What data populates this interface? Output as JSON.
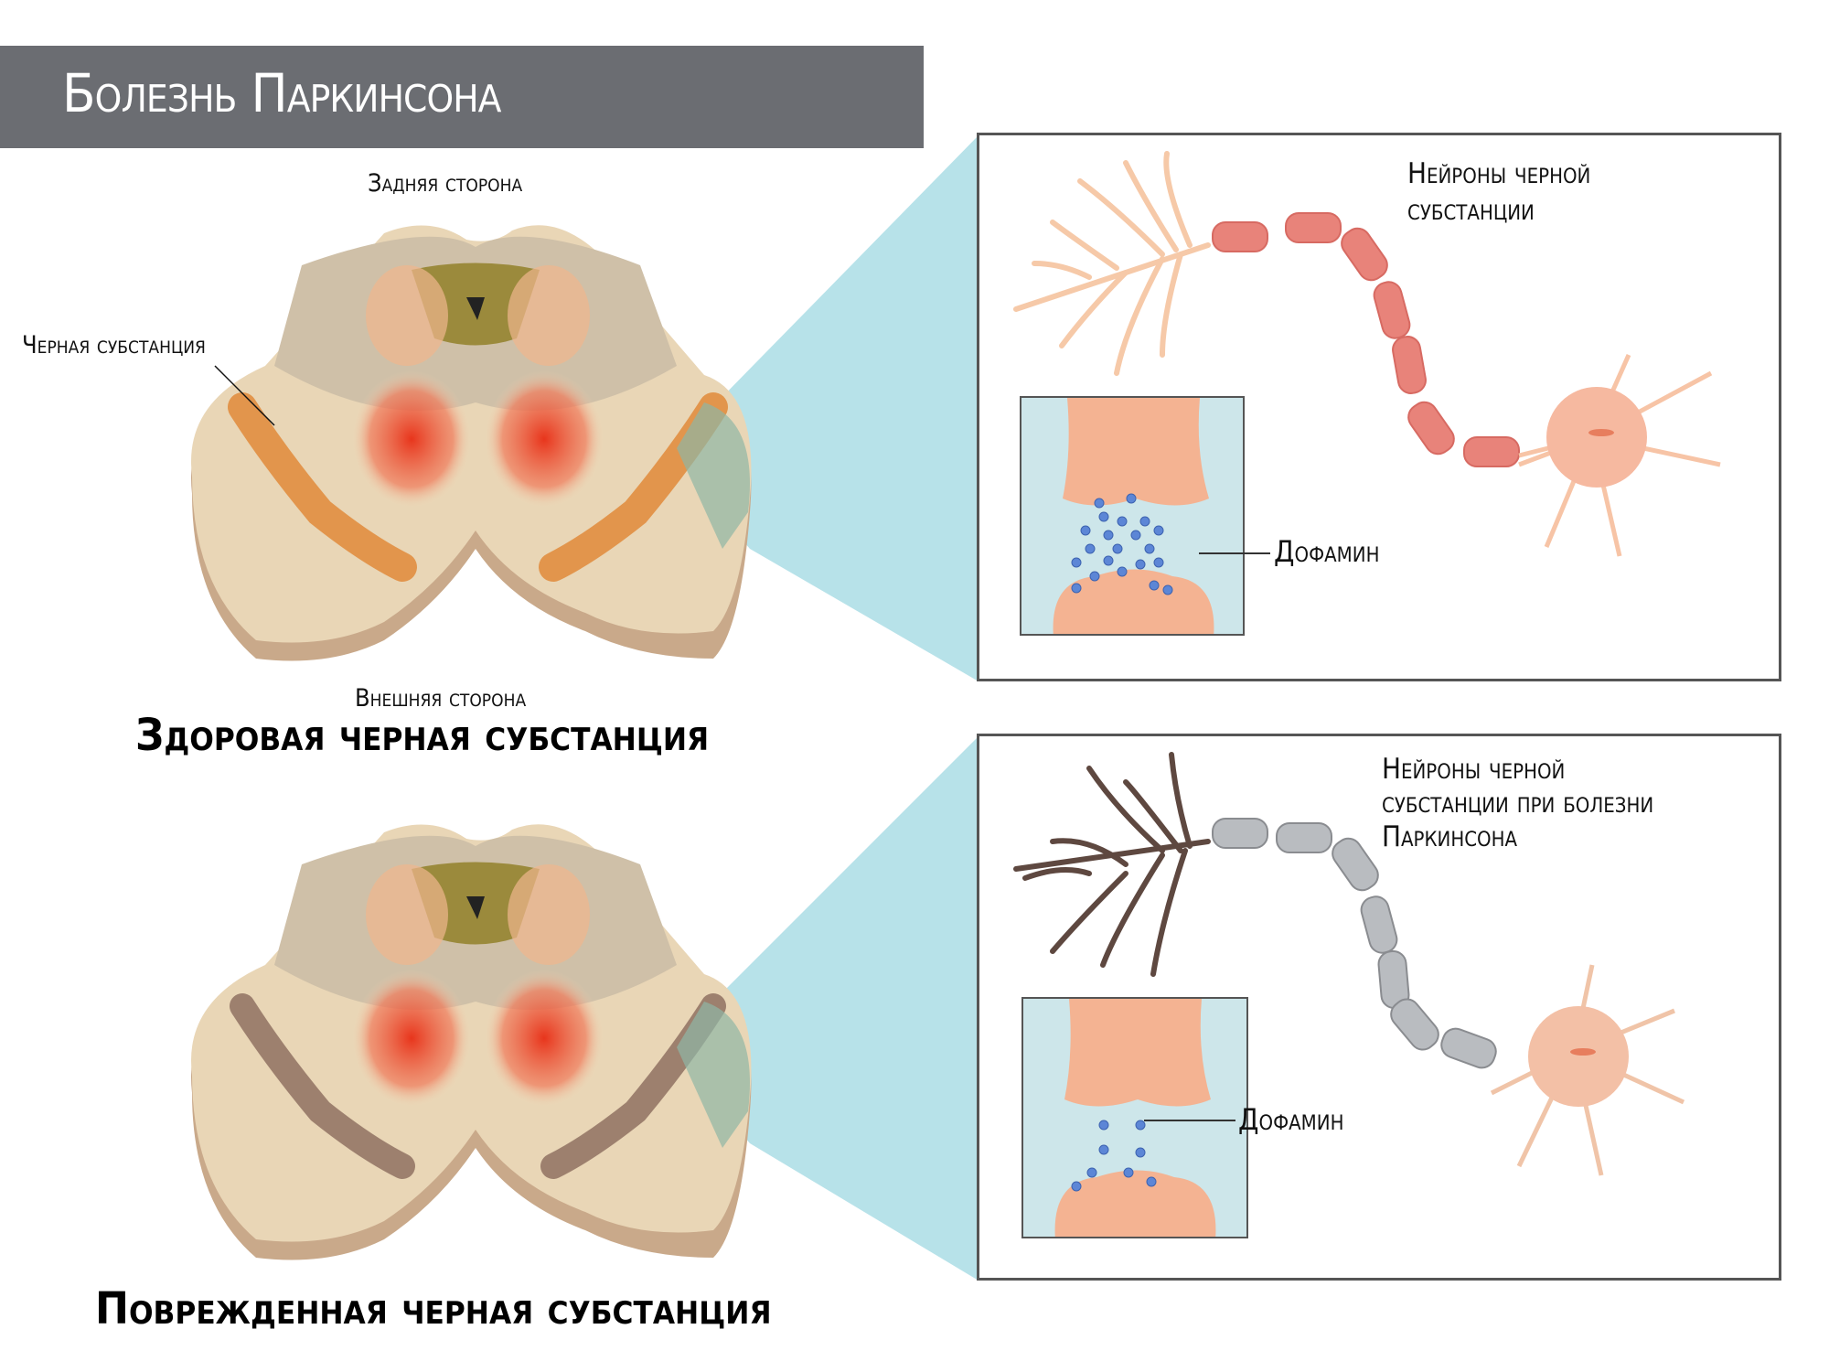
{
  "header": {
    "title": "Болезнь Паркинсона",
    "banner_color": "#6b6d72"
  },
  "healthy": {
    "heading": "Здоровая черная субстанция",
    "label_top": "Задняя сторона",
    "label_bottom": "Внешняя сторона",
    "label_substantia": "Черная субстанция",
    "substantia_color": "#e08a3a",
    "panel": {
      "title_line1": "Нейроны черной",
      "title_line2": "субстанции",
      "dopamine_label": "Дофамин",
      "myelin_color": "#e8837a",
      "dendrite_color": "#f6c9a8"
    }
  },
  "damaged": {
    "heading": "Поврежденная черная субстанция",
    "substantia_color": "#8a6a5c",
    "panel": {
      "title_line1": "Нейроны черной",
      "title_line2": "субстанции при болезни",
      "title_line3": "Паркинсона",
      "dopamine_label": "Дофамин",
      "myelin_color": "#b9bcc0",
      "dendrite_color": "#5e4840"
    }
  },
  "zoom_wedge_color": "#a9dde6"
}
